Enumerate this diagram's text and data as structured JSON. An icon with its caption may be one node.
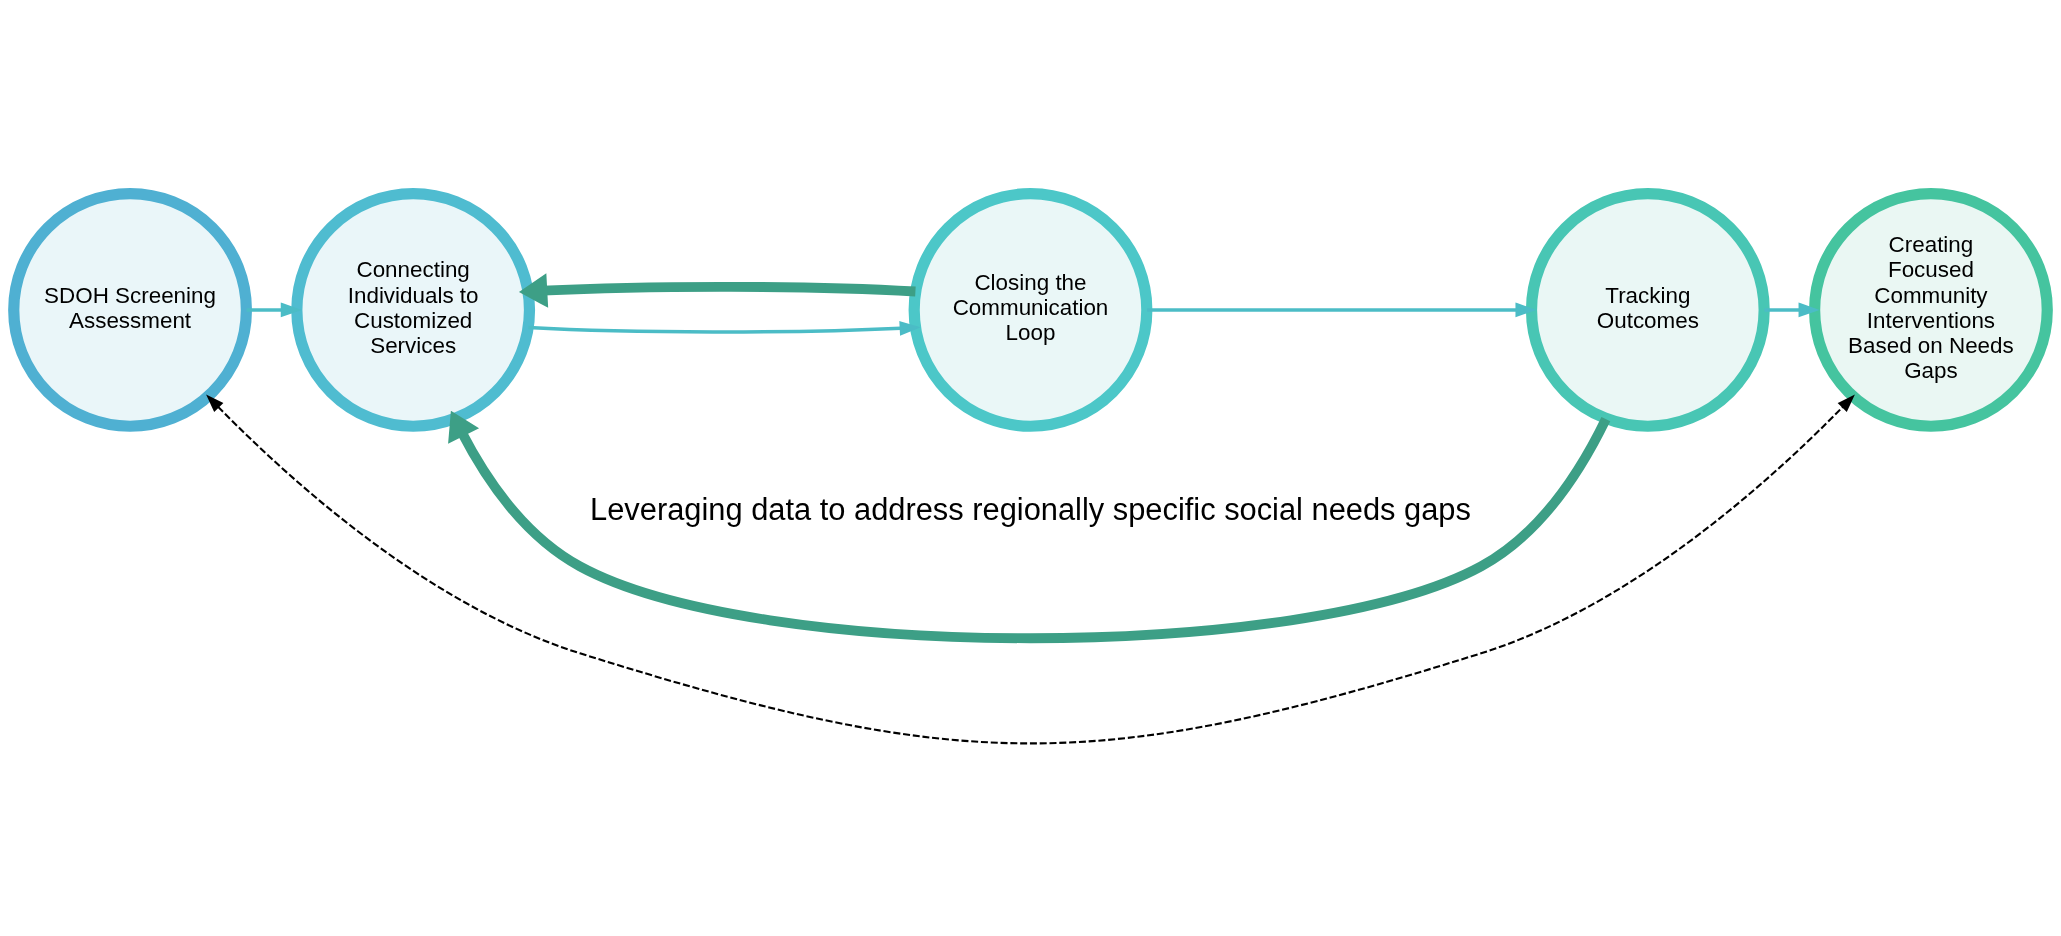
{
  "diagram": {
    "nodes": [
      {
        "text": [
          "SDOH Screening Assessment"
        ]
      },
      {
        "text": [
          "Connecting Individuals to Customized Services"
        ]
      },
      {
        "text": [
          "Closing the Communication Loop"
        ]
      },
      {
        "text": [
          "Tracking Outcomes"
        ]
      },
      {
        "text": [
          "Creating Focused Community Interventions Based on Needs Gaps"
        ]
      }
    ],
    "edges": [
      {
        "from": 0,
        "to": 1,
        "arrow": "to"
      },
      {
        "from": 1,
        "to": 2,
        "arrow": "to"
      },
      {
        "from": 2,
        "to": 3,
        "arrow": "to"
      },
      {
        "from": 3,
        "to": 4,
        "arrow": "to"
      },
      {
        "from": 2,
        "to": 1,
        "arrow": "to",
        "style": "thick",
        "color": "#3d9f86"
      },
      {
        "from": 3,
        "to": 1,
        "arrow": "to",
        "style": "thick",
        "color": "#3d9f86"
      },
      {
        "from": 0,
        "to": 4,
        "arrow": "both",
        "style": "dashed",
        "color": "#000000"
      }
    ],
    "labels": [
      "Leveraging data to address regionally specific social needs gaps"
    ]
  }
}
